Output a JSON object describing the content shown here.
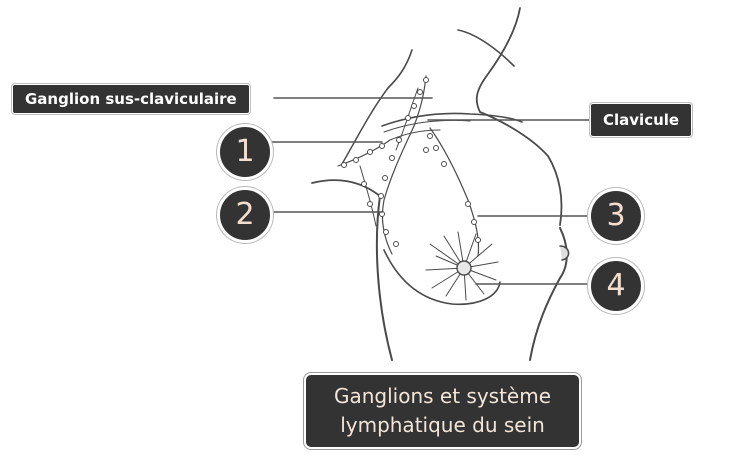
{
  "labels": {
    "supraclavicular": "Ganglion sus-claviculaire",
    "clavicle": "Clavicule"
  },
  "numbers": {
    "n1": "1",
    "n2": "2",
    "n3": "3",
    "n4": "4"
  },
  "caption": {
    "line1": "Ganglions et système",
    "line2": "lymphatique du sein"
  },
  "colors": {
    "box_background": "#333333",
    "box_text": "#ffffff",
    "number_text": "#f3ded0",
    "outline": "#555555"
  }
}
